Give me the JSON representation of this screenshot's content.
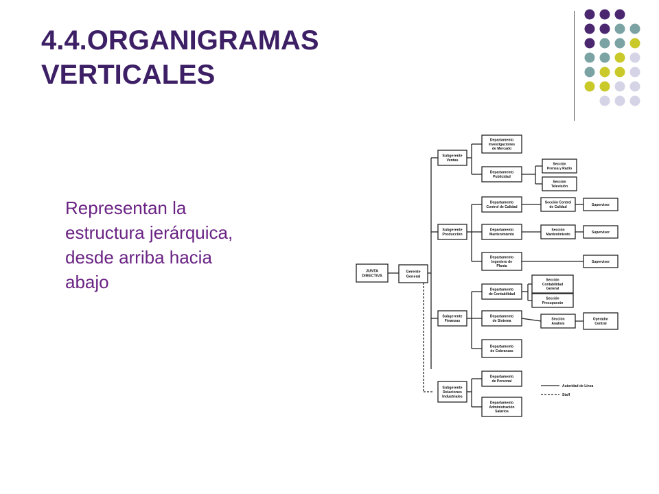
{
  "slide": {
    "title_lines": [
      "4.4.ORGANIGRAMAS",
      "VERTICALES"
    ],
    "body_lines": [
      "Representan la",
      "estructura jerárquica,",
      "desde arriba hacia",
      "abajo"
    ]
  },
  "theme": {
    "title_color": "#3d1f66",
    "body_color": "#6a2383",
    "dot_colors": {
      "purple": "#4b2770",
      "teal": "#7ba3a3",
      "olive": "#c9c92a",
      "lavender": "#d4d4e6"
    }
  },
  "orgchart": {
    "root": [
      "JUNTA",
      "DIRECTIVA"
    ],
    "general": [
      "Gerente",
      "General"
    ],
    "subgerentes": [
      [
        "Subgerente",
        "Ventas"
      ],
      [
        "Subgerente",
        "Producción"
      ],
      [
        "Subgerente",
        "Finanzas"
      ],
      [
        "Subgerente",
        "Relaciones",
        "Industriales"
      ]
    ],
    "departments": [
      [
        "Departamento",
        "Investigaciones",
        "de Mercado"
      ],
      [
        "Departamento",
        "Publicidad"
      ],
      [
        "Departamento",
        "Control de Calidad"
      ],
      [
        "Departamento",
        "Mantenimiento"
      ],
      [
        "Departamento",
        "Ingeniero de",
        "Planta"
      ],
      [
        "Departamento",
        "de Contabilidad"
      ],
      [
        "Departamento",
        "de Sistema"
      ],
      [
        "Departamento",
        "de Cobranzas"
      ],
      [
        "Departamento",
        "de Personal"
      ],
      [
        "Departamento",
        "Administración",
        "Salarios"
      ]
    ],
    "sections": [
      [
        "Sección",
        "Prensa y Radio"
      ],
      [
        "Sección",
        "Televisión"
      ],
      [
        "Sección Control",
        "de Calidad"
      ],
      [
        "Sección",
        "Mantenimiento"
      ],
      [
        "Sección",
        "Contabilidad",
        "General"
      ],
      [
        "Sección",
        "Presupuesto"
      ],
      [
        "Sección",
        "Análisis"
      ]
    ],
    "supervisors": [
      "Supervisor",
      "Supervisor",
      "Supervisor"
    ],
    "operator": [
      "Operador",
      "Central"
    ],
    "legend": {
      "line": "Autoridad de Línea",
      "staff": "Staff"
    }
  }
}
